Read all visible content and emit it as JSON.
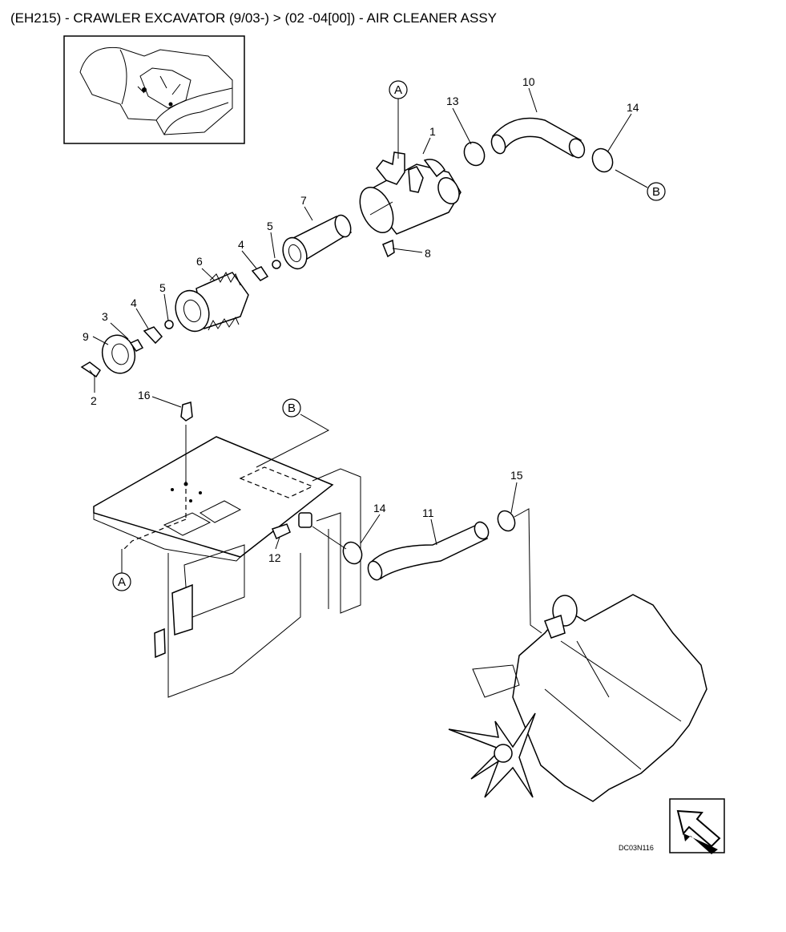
{
  "title": "(EH215) - CRAWLER EXCAVATOR (9/03-) > (02 -04[00]) - AIR CLEANER ASSY",
  "drawing_code": "DC03N116",
  "callouts": [
    "1",
    "2",
    "3",
    "4",
    "4",
    "5",
    "5",
    "6",
    "7",
    "8",
    "9",
    "10",
    "11",
    "12",
    "13",
    "14",
    "14",
    "15",
    "16"
  ],
  "reference_marks": [
    "A",
    "A",
    "B",
    "B"
  ],
  "icons": {
    "thumbnail": "machine-location-thumbnail",
    "navigation": "next-page-arrow-icon"
  }
}
